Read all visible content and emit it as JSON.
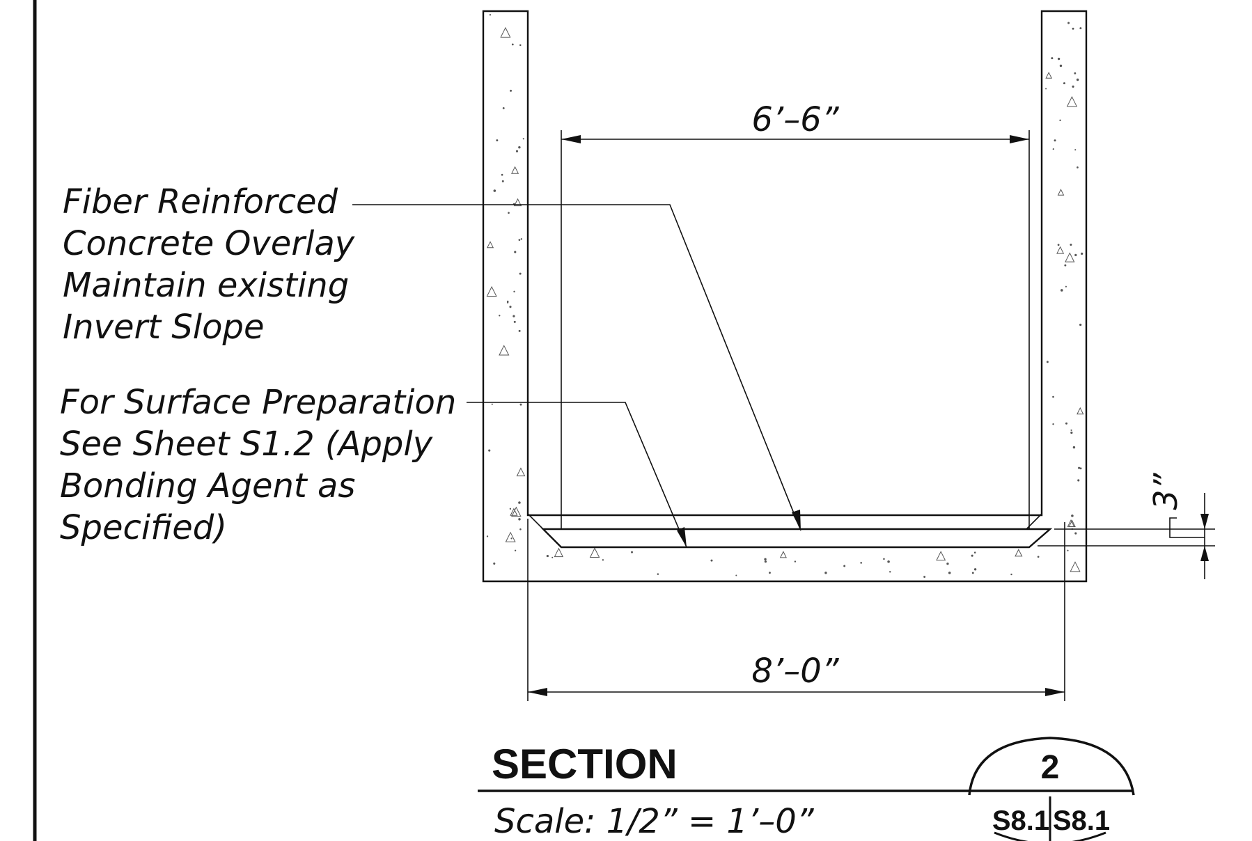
{
  "callouts": {
    "overlay": {
      "line1": "Fiber Reinforced",
      "line2": "Concrete Overlay",
      "line3": "Maintain existing",
      "line4": "Invert Slope"
    },
    "prep": {
      "line1": "For Surface Preparation",
      "line2": "See Sheet S1.2 (Apply",
      "line3": "Bonding Agent as",
      "line4": "Specified)"
    }
  },
  "dimensions": {
    "inner_width": "6’–6”",
    "outer_width": "8’–0”",
    "overlay_thickness": "3”"
  },
  "title_block": {
    "title": "SECTION",
    "scale": "Scale:  1/2”  =  1’–0”",
    "detail_number": "2",
    "sheet_left": "S8.1",
    "sheet_right": "S8.1"
  }
}
